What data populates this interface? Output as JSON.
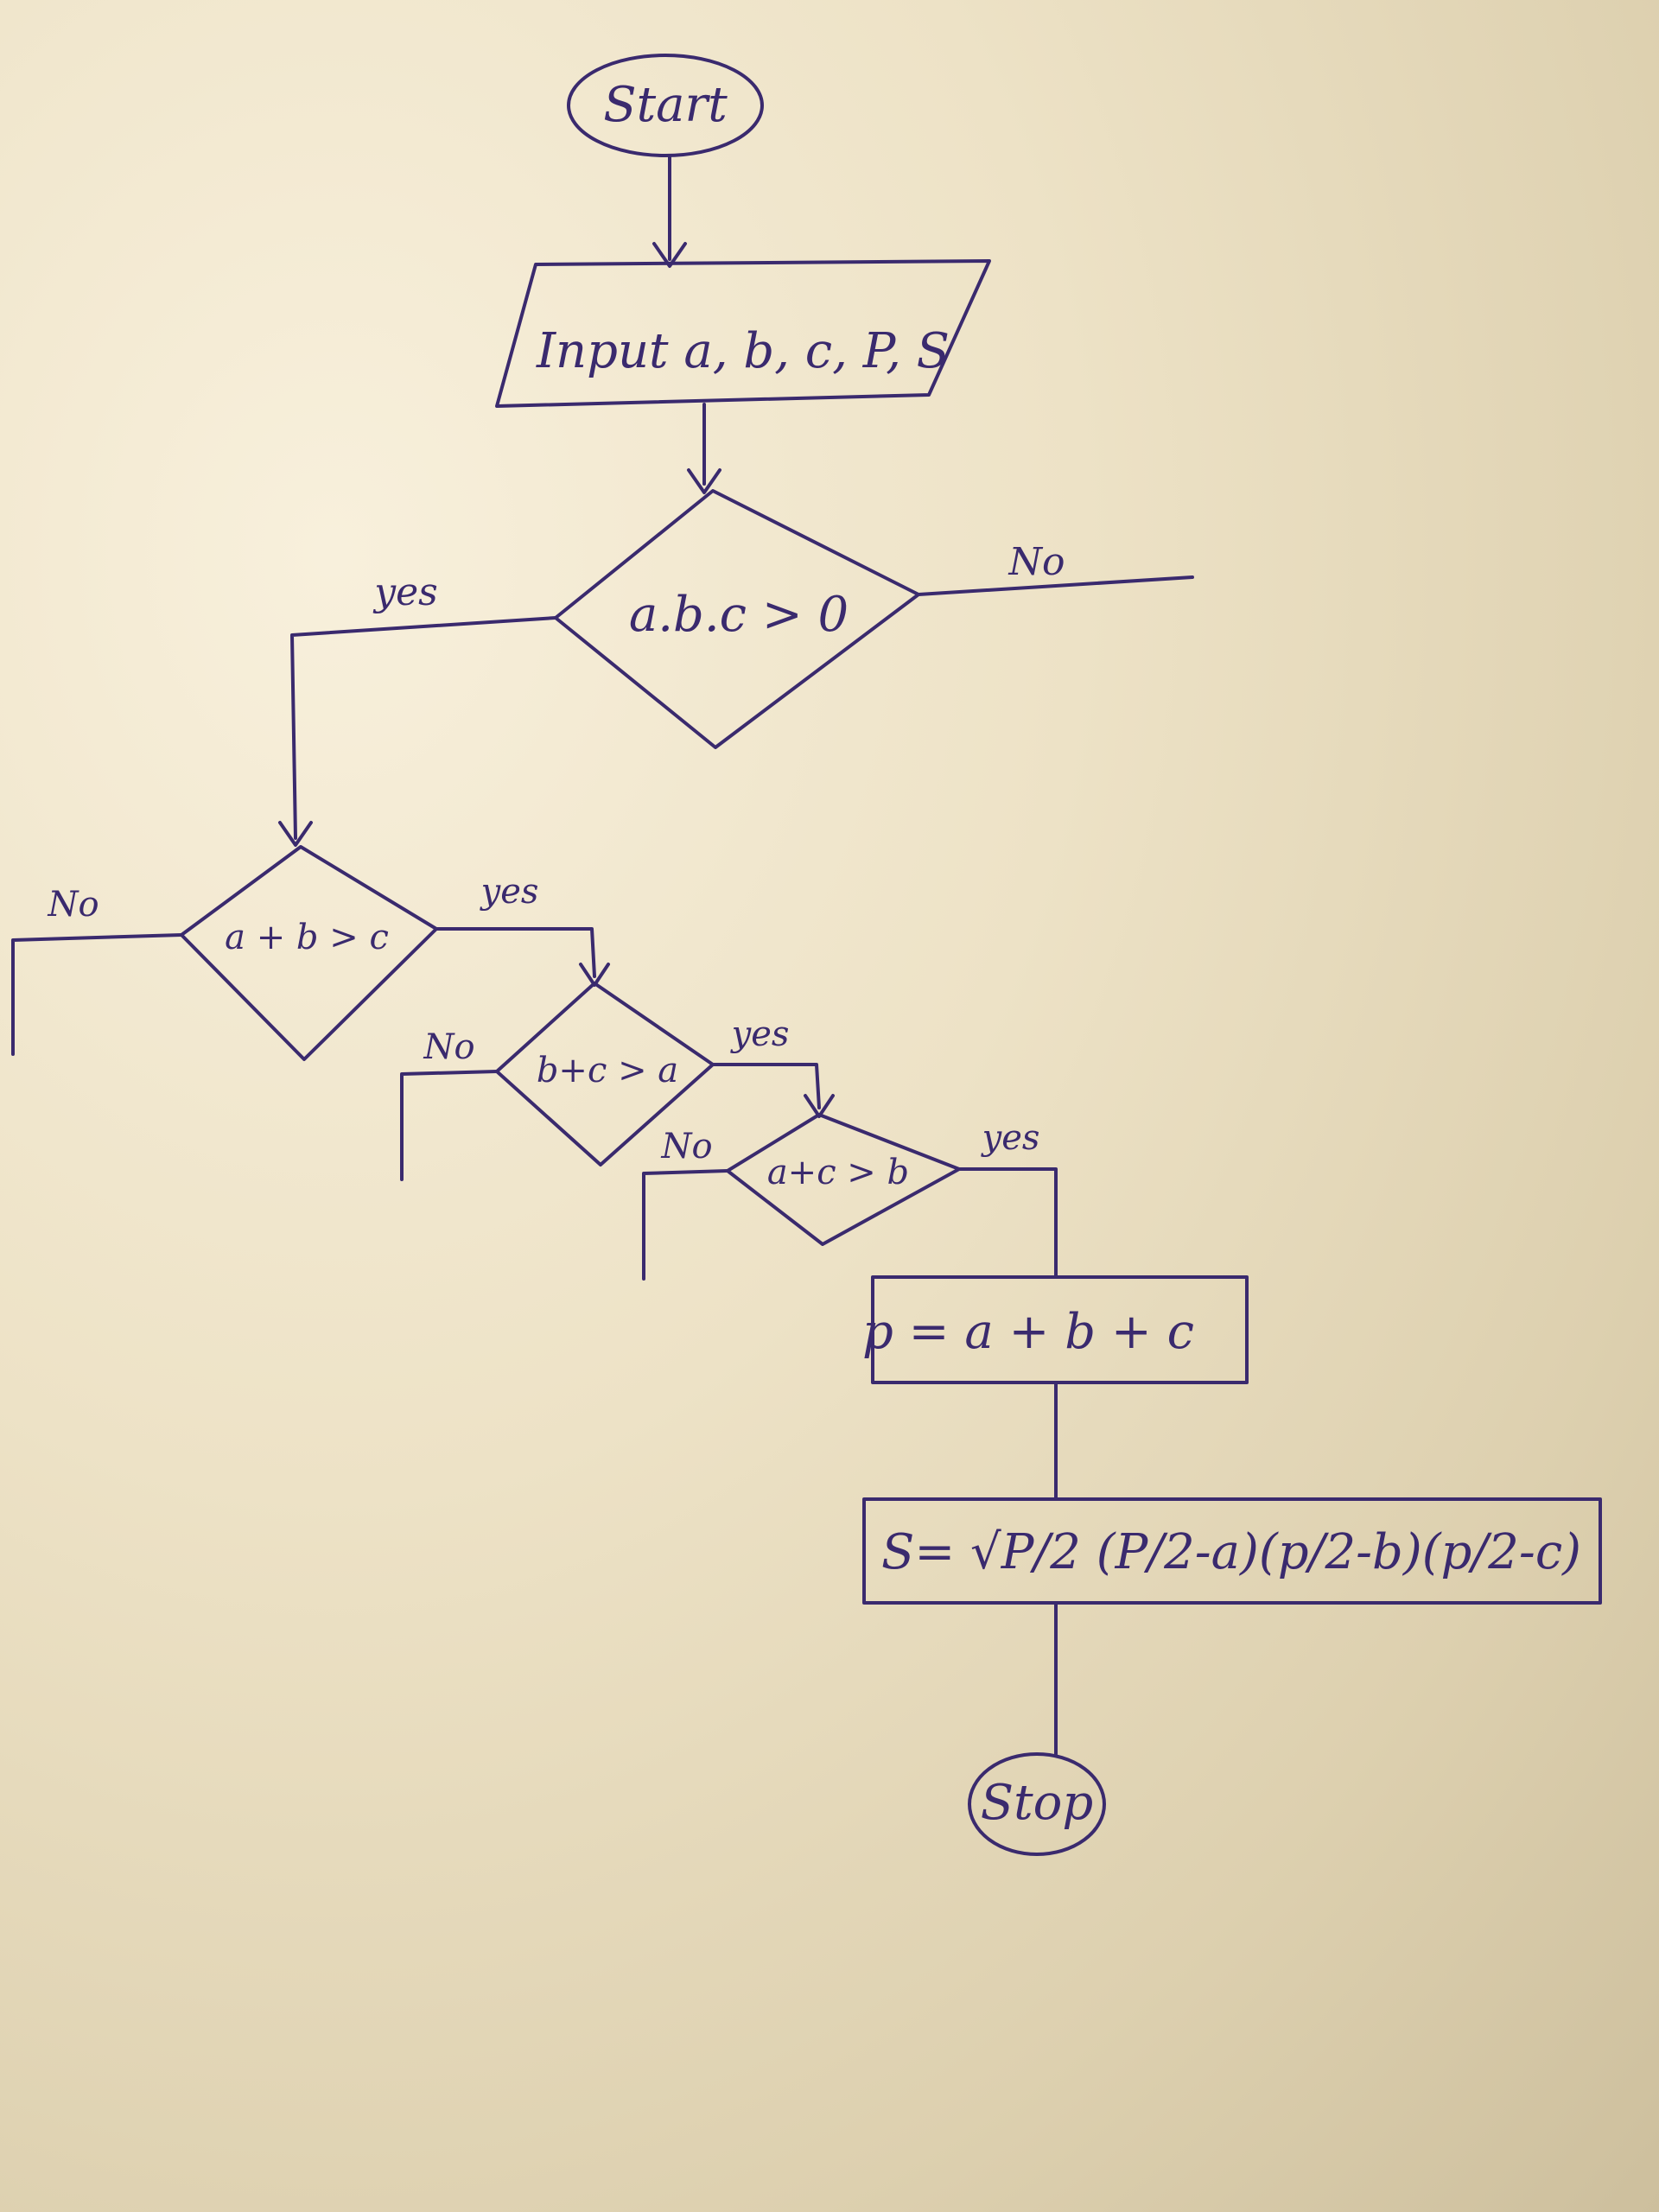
{
  "flowchart": {
    "nodes": {
      "start": "Start",
      "input": "Input  a, b, c, P, S",
      "decision_positive": "a.b.c > 0",
      "decision_ab": "a + b > c",
      "decision_bc": "b+c > a",
      "decision_ac": "a+c > b",
      "process_p": "p = a + b + c",
      "process_s": "S= √P/2 (P/2-a)(p/2-b)(p/2-c)",
      "stop": "Stop"
    },
    "branches": {
      "positive_no": "No",
      "positive_yes": "yes",
      "ab_no": "No",
      "ab_yes": "yes",
      "bc_no": "No",
      "bc_yes": "yes",
      "ac_no": "No",
      "ac_yes": "yes"
    }
  },
  "colors": {
    "ink": "#3a2a6e",
    "paper": "#ede2c6"
  }
}
